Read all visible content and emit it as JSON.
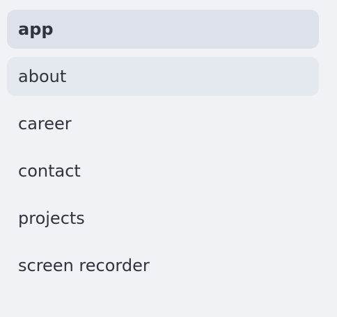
{
  "sidebar": {
    "items": [
      {
        "label": "app",
        "state": "active"
      },
      {
        "label": "about",
        "state": "hover"
      },
      {
        "label": "career",
        "state": "normal"
      },
      {
        "label": "contact",
        "state": "normal"
      },
      {
        "label": "projects",
        "state": "normal"
      },
      {
        "label": "screen recorder",
        "state": "normal"
      }
    ]
  },
  "colors": {
    "background": "#f0f2f6",
    "active_item": "#dde1ea",
    "hover_item": "#e4e8ef",
    "text": "#31333f"
  }
}
